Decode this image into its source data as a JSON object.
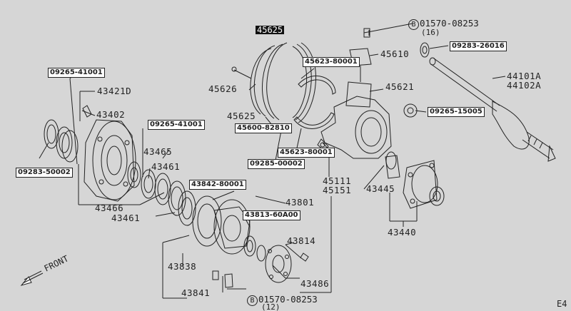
{
  "labels": {
    "p45625_top": "45625",
    "ref_01570_08253_a": "01570-08253",
    "ref_16": "(16)",
    "p45610": "45610",
    "p09283_26016": "09283-26016",
    "p45623_80001_a": "45623-80001",
    "p44101a": "44101A",
    "p44102a": "44102A",
    "p09265_41001_a": "09265-41001",
    "p43421d": "43421D",
    "p45626": "45626",
    "p45621": "45621",
    "p43402": "43402",
    "p45625": "45625",
    "p09265_15005": "09265-15005",
    "p09265_41001_b": "09265-41001",
    "p45600_82810": "45600-82810",
    "p43465": "43465",
    "p45623_80001_b": "45623-80001",
    "p43461_a": "43461",
    "p09283_50002": "09283-50002",
    "p09285_00002": "09285-00002",
    "p45111": "45111",
    "p45151": "45151",
    "p43842_80001": "43842-80001",
    "p43445": "43445",
    "p43466": "43466",
    "p43801": "43801",
    "p43461_b": "43461",
    "p43813_60a00": "43813-60A00",
    "p43440": "43440",
    "p43814": "43814",
    "p43838": "43838",
    "p43486": "43486",
    "p43841": "43841",
    "ref_01570_08253_b": "01570-08253",
    "ref_12": "(12)",
    "front": "FRONT",
    "page_code": "E4",
    "circle_b": "B"
  }
}
